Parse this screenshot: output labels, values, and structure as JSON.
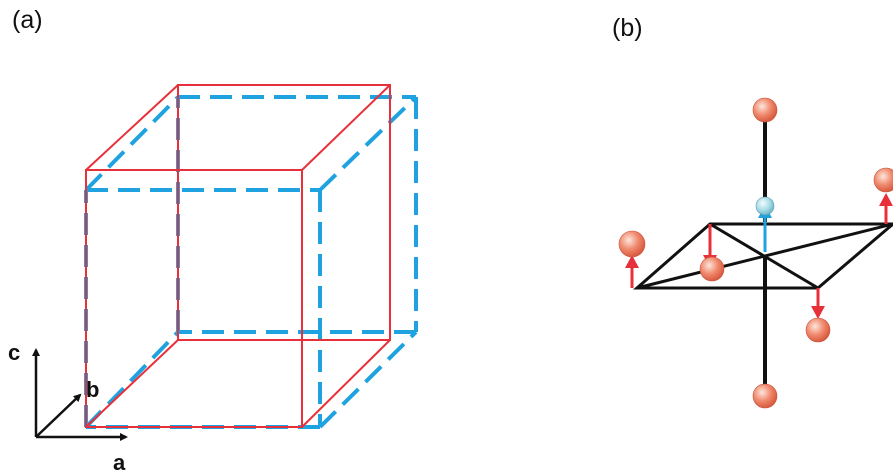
{
  "panels": [
    {
      "label": "(a)",
      "axes": {
        "c": "c",
        "b": "b",
        "a": "a"
      }
    },
    {
      "label": "(b)"
    }
  ],
  "colors": {
    "original_cell": "#e8303a",
    "distorted_cell": "#1fa2e0",
    "bonds": "#111111",
    "ion_large": "#f07a60",
    "ion_small": "#a8dbe8",
    "displacement_red": "#e8303a",
    "displacement_blue": "#1fa2e0"
  }
}
